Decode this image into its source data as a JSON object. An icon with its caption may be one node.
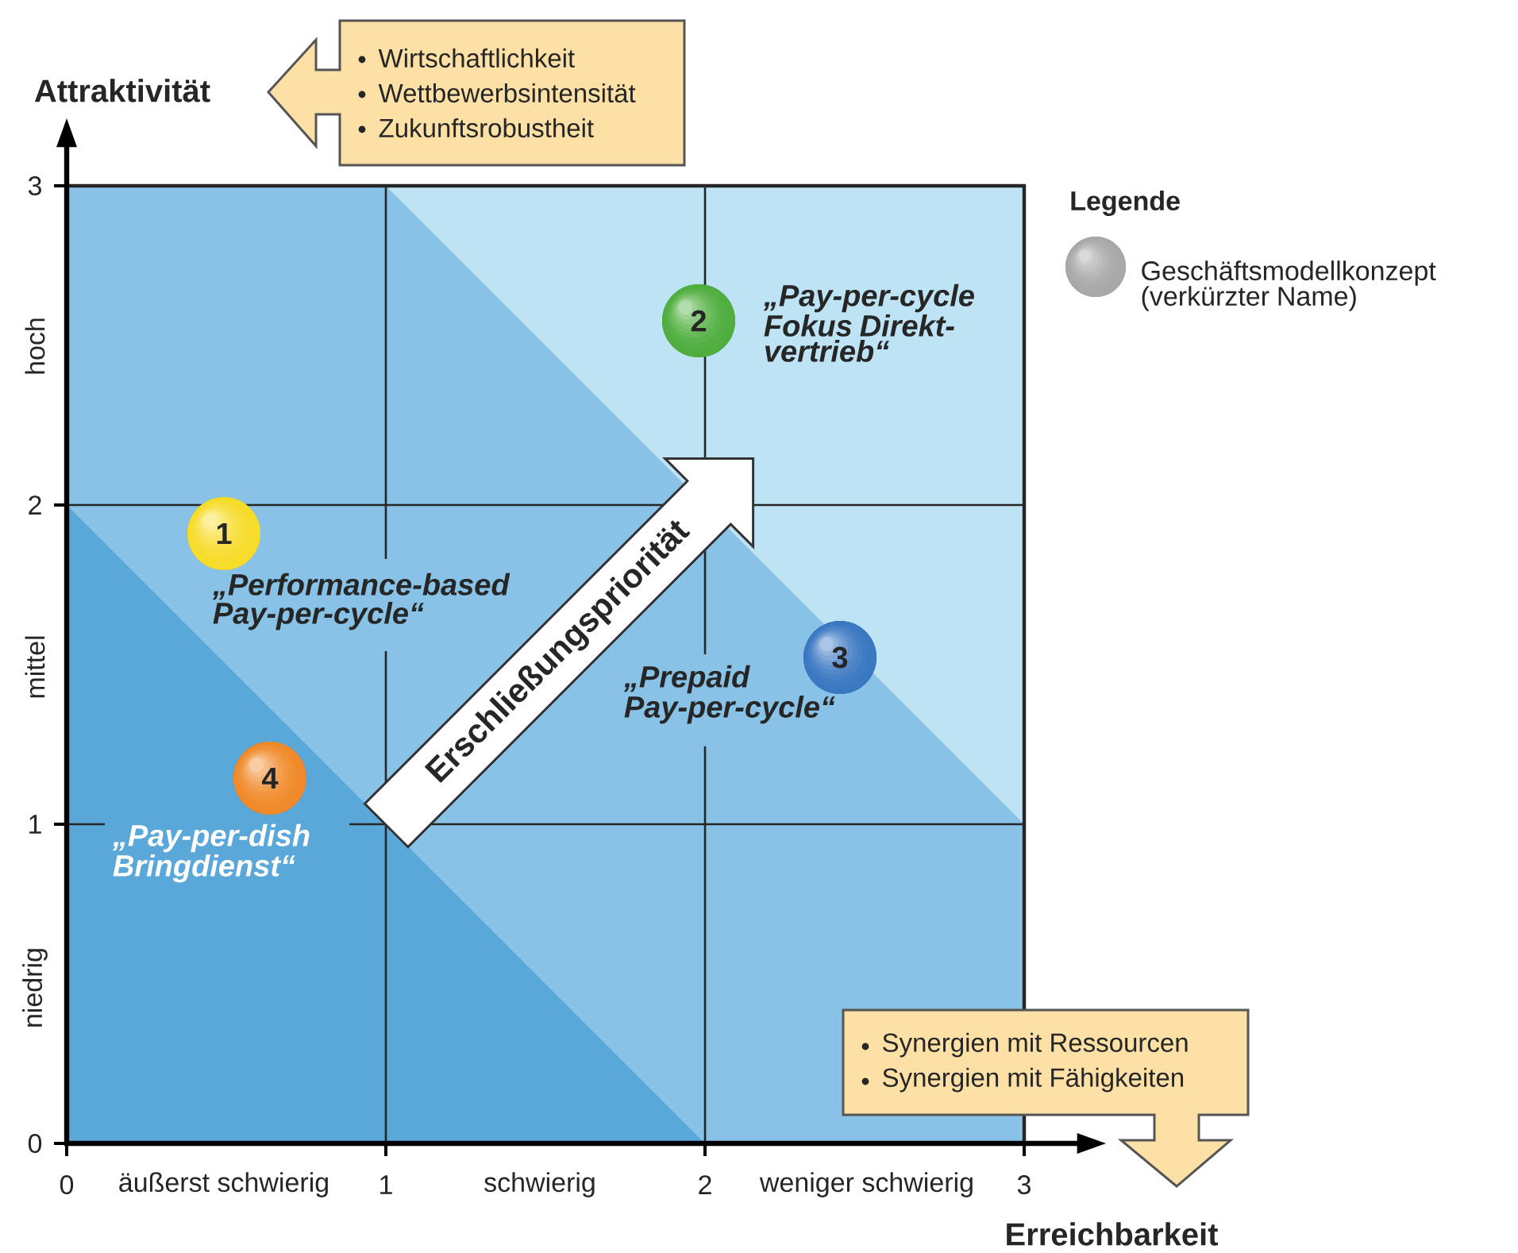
{
  "diagram": {
    "nodes": [
      {
        "text": [
          "Wirtschaftlichkeit",
          "Wettbewerbsintensität",
          "Zukunftsrobustheit"
        ]
      },
      {
        "text": [
          "2"
        ],
        "beside": [
          "„Pay-per-cycle Fokus Direkt- vertrieb“"
        ]
      },
      {
        "text": [
          "1"
        ],
        "beside": [
          "„Performance-based Pay-per-cycle“"
        ]
      },
      {
        "text": [
          "3"
        ],
        "beside": [
          "„Prepaid Pay-per-cycle“"
        ]
      },
      {
        "text": [
          "4"
        ],
        "beside": [
          "„Pay-per-dish Bringdienst“"
        ]
      },
      {
        "text": [
          "Synergien mit Ressourcen",
          "Synergien mit Fähigkeiten"
        ]
      }
    ],
    "labels": [
      "Attraktivität",
      "3",
      "hoch",
      "2",
      "mittel",
      "1",
      "niedrig",
      "0",
      "0",
      "äußerst schwierig",
      "1",
      "schwierig",
      "2",
      "weniger schwierig",
      "3",
      "Erreichbarkeit",
      "Legende",
      "Erschließungspriorität"
    ],
    "legend": [
      {
        "text": "Geschäftsmodellkonzept (verkürzter Name)"
      }
    ]
  }
}
